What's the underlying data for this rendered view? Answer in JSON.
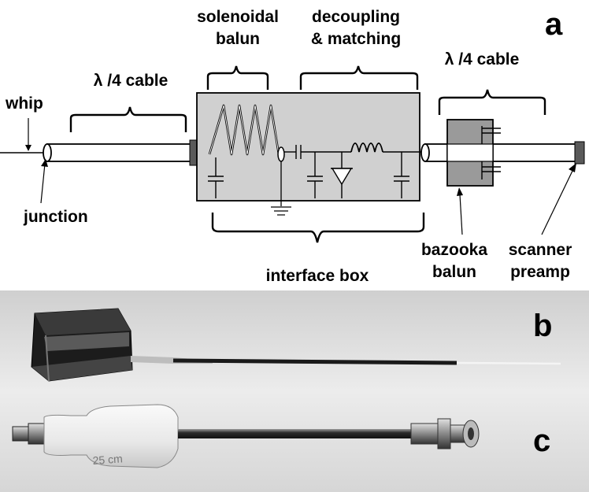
{
  "panel_a": {
    "letter": "a",
    "labels": {
      "solenoidal_1": "solenoidal",
      "solenoidal_2": "balun",
      "decoupling_1": "decoupling",
      "decoupling_2": "& matching",
      "quarter_cable_left": "λ /4 cable",
      "quarter_cable_right": "λ /4 cable",
      "whip": "whip",
      "junction": "junction",
      "interface_box": "interface box",
      "bazooka_1": "bazooka",
      "bazooka_2": "balun",
      "scanner_1": "scanner",
      "scanner_2": "preamp"
    }
  },
  "panel_b": {
    "letter": "b"
  },
  "panel_c": {
    "letter": "c",
    "sleeve_text": "25 cm"
  },
  "colors": {
    "box_fill": "#d0d0d0",
    "bazooka_fill": "#9a9a9a",
    "connector_fill": "#5a5a5a",
    "photo_bg": "#e6e6e6"
  }
}
